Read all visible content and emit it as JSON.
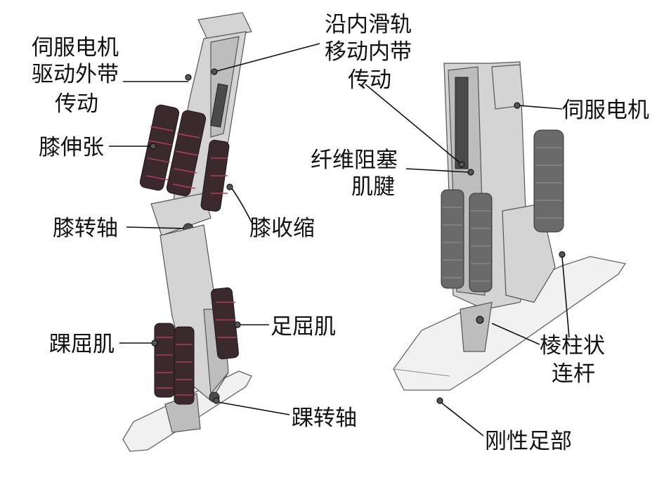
{
  "labels": {
    "left_servo": [
      "伺服电机",
      "驱动外带",
      "传动"
    ],
    "inner_rail": [
      "沿内滑轨",
      "移动内带",
      "传动"
    ],
    "knee_extension": "膝伸张",
    "knee_axis": "膝转轴",
    "knee_contraction": "膝收缩",
    "ankle_flexor": "踝屈肌",
    "foot_flexor": "足屈肌",
    "ankle_axis": "踝转轴",
    "right_servo": "伺服电机",
    "fiber_tendon": [
      "纤维阻塞",
      "肌腱"
    ],
    "prismatic_link": [
      "棱柱状",
      "连杆"
    ],
    "rigid_foot": "刚性足部"
  }
}
